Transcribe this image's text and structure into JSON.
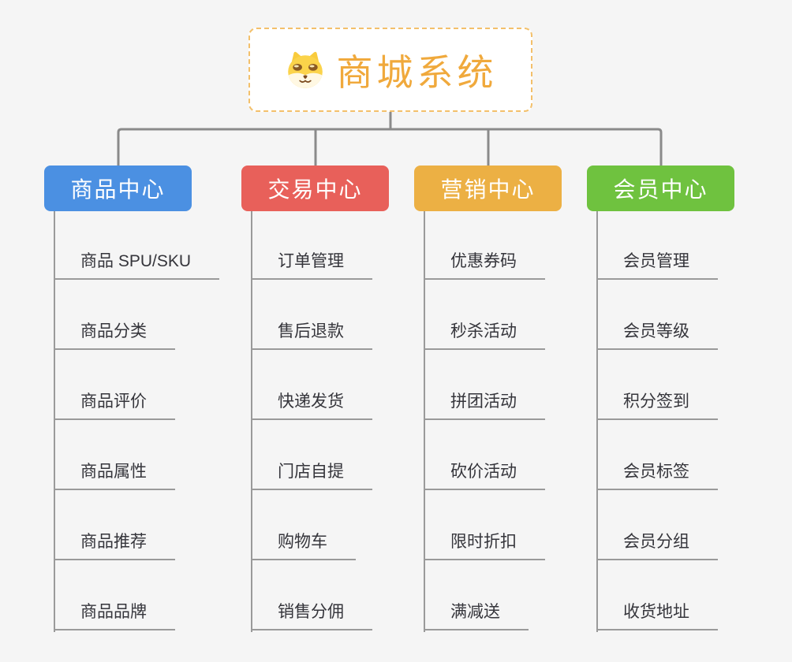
{
  "canvas": {
    "background": "#F5F5F5",
    "connector_color": "#8A8A8A",
    "underline_color": "#9A9A9A",
    "leaf_text_color": "#35353B"
  },
  "root": {
    "title": "商城系统",
    "icon": "shiba-dog-icon",
    "title_color": "#F0A93C",
    "border_color": "#F3C06B",
    "background": "#FFFFFF"
  },
  "branches": [
    {
      "label": "商品中心",
      "color": "#4B90E2",
      "children": [
        "商品 SPU/SKU",
        "商品分类",
        "商品评价",
        "商品属性",
        "商品推荐",
        "商品品牌"
      ]
    },
    {
      "label": "交易中心",
      "color": "#E8605A",
      "children": [
        "订单管理",
        "售后退款",
        "快递发货",
        "门店自提",
        "购物车",
        "销售分佣"
      ]
    },
    {
      "label": "营销中心",
      "color": "#ECB044",
      "children": [
        "优惠券码",
        "秒杀活动",
        "拼团活动",
        "砍价活动",
        "限时折扣",
        "满减送"
      ]
    },
    {
      "label": "会员中心",
      "color": "#6FC23F",
      "children": [
        "会员管理",
        "会员等级",
        "积分签到",
        "会员标签",
        "会员分组",
        "收货地址"
      ]
    }
  ]
}
